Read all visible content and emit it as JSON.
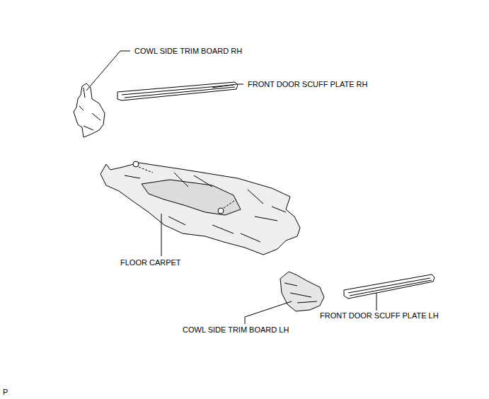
{
  "diagram": {
    "labels": [
      "COWL SIDE TRIM BOARD RH",
      "FRONT DOOR SCUFF PLATE RH",
      "FLOOR CARPET",
      "COWL SIDE TRIM BOARD LH",
      "FRONT DOOR SCUFF PLATE LH",
      "P"
    ]
  }
}
